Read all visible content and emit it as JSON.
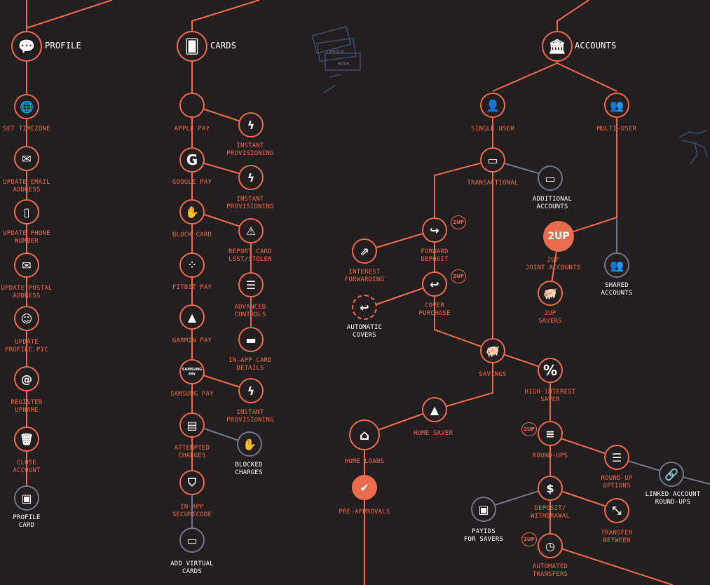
{
  "sections": {
    "profile": "PROFILE",
    "cards": "CARDS",
    "accounts": "ACCOUNTS"
  },
  "doodle": {
    "cheque": "CHEQUE",
    "book": "BOOK"
  },
  "badge": "2UP",
  "logo_2up": "2UP",
  "profile": {
    "set_timezone": "SET TIMEZONE",
    "update_email": "UPDATE EMAIL\nADDRESS",
    "update_phone": "UPDATE PHONE\nNUMBER",
    "update_postal": "UPDATE POSTAL\nADDRESS",
    "update_pic": "UPDATE\nPROFILE PIC",
    "register_upname": "REGISTER\nUPNAME",
    "close_account": "CLOSE\nACCOUNT",
    "profile_card": "PROFILE\nCARD"
  },
  "cards": {
    "apple_pay": "APPLE PAY",
    "google_pay": "GOOGLE PAY",
    "block_card": "BLOCK CARD",
    "fitbit_pay": "FITBIT PAY",
    "garmin_pay": "GARMIN PAY",
    "samsung_pay": "SAMSUNG PAY",
    "samsung_icon": "SAMSUNG\npay",
    "attempted_charges": "ATTEMPTED\nCHARGES",
    "in_app_securecode": "IN-APP\nSECURECODE",
    "add_virtual_cards": "ADD VIRTUAL\nCARDS",
    "instant_prov_1": "INSTANT\nPROVISIONING",
    "instant_prov_2": "INSTANT\nPROVISIONING",
    "report_lost": "REPORT CARD\nLOST/STOLEN",
    "advanced_controls": "ADVANCED\nCONTROLS",
    "in_app_card_details": "IN-APP CARD\nDETAILS",
    "instant_prov_3": "INSTANT\nPROVISIONING",
    "blocked_charges": "BLOCKED\nCHARGES"
  },
  "accounts": {
    "single_user": "SINGLE USER",
    "multi_user": "MULTI-USER",
    "transactional": "TRANSACTIONAL",
    "additional_accounts": "ADDITIONAL\nACCOUNTS",
    "forward_deposit": "FORWARD\nDEPOSIT",
    "interest_forwarding": "INTEREST\nFORWARDING",
    "cover_purchase": "COVER\nPURCHASE",
    "automatic_covers": "AUTOMATIC\nCOVERS",
    "joint_accounts": "2UP\nJOINT ACCOUNTS",
    "savers_2up": "2UP\nSAVERS",
    "shared_accounts": "SHARED\nACCOUNTS",
    "savings": "SAVINGS",
    "high_interest": "HIGH-INTEREST\nSAVER",
    "home_saver": "HOME SAVER",
    "home_loans": "HOME LOANS",
    "pre_approvals": "PRE-APPROVALS",
    "round_ups": "ROUND-UPS",
    "round_up_options": "ROUND-UP\nOPTIONS",
    "linked_round_ups": "LINKED ACCOUNT\nROUND-UPS",
    "deposit_withdrawal": "DEPOSIT/\nWITHDRAWAL",
    "payids": "PAYIDS\nFOR SAVERS",
    "transfer_between": "TRANSFER\nBETWEEN",
    "automated_transfers": "AUTOMATED\nTRANSFERS"
  }
}
